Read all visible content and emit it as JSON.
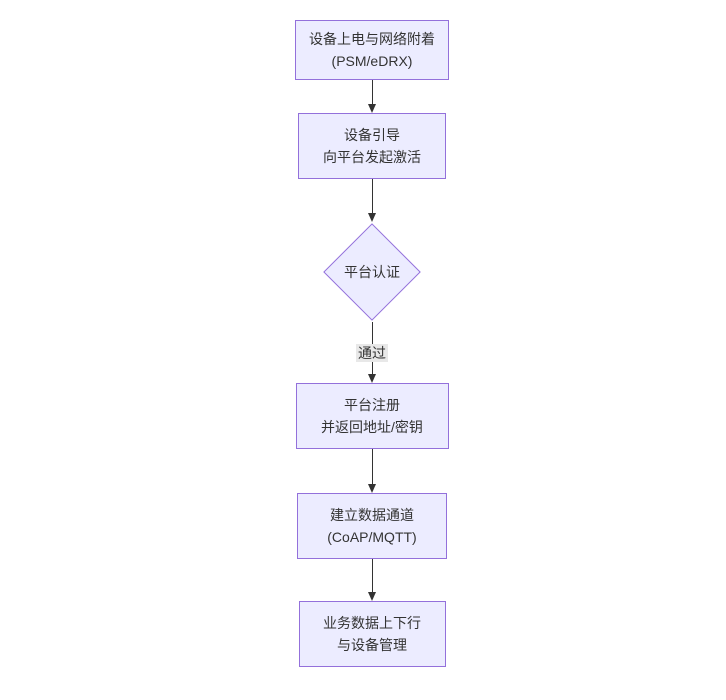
{
  "diagram": {
    "type": "flowchart",
    "direction": "top-down",
    "nodes": [
      {
        "id": "A",
        "shape": "rectangle",
        "lines": [
          "设备上电与网络附着",
          "(PSM/eDRX)"
        ]
      },
      {
        "id": "B",
        "shape": "rectangle",
        "lines": [
          "设备引导",
          "向平台发起激活"
        ]
      },
      {
        "id": "C",
        "shape": "diamond",
        "lines": [
          "平台认证"
        ]
      },
      {
        "id": "D",
        "shape": "rectangle",
        "lines": [
          "平台注册",
          "并返回地址/密钥"
        ]
      },
      {
        "id": "E",
        "shape": "rectangle",
        "lines": [
          "建立数据通道",
          "(CoAP/MQTT)"
        ]
      },
      {
        "id": "F",
        "shape": "rectangle",
        "lines": [
          "业务数据上下行",
          "与设备管理"
        ]
      }
    ],
    "edges": [
      {
        "from": "A",
        "to": "B",
        "label": ""
      },
      {
        "from": "B",
        "to": "C",
        "label": ""
      },
      {
        "from": "C",
        "to": "D",
        "label": "通过"
      },
      {
        "from": "D",
        "to": "E",
        "label": ""
      },
      {
        "from": "E",
        "to": "F",
        "label": ""
      }
    ],
    "colors": {
      "node_fill": "#ECECFF",
      "node_border": "#9370DB",
      "edge_line": "#333333",
      "edge_label_bg": "#e8e8e8",
      "text": "#333333",
      "canvas_bg": "#ffffff"
    }
  }
}
